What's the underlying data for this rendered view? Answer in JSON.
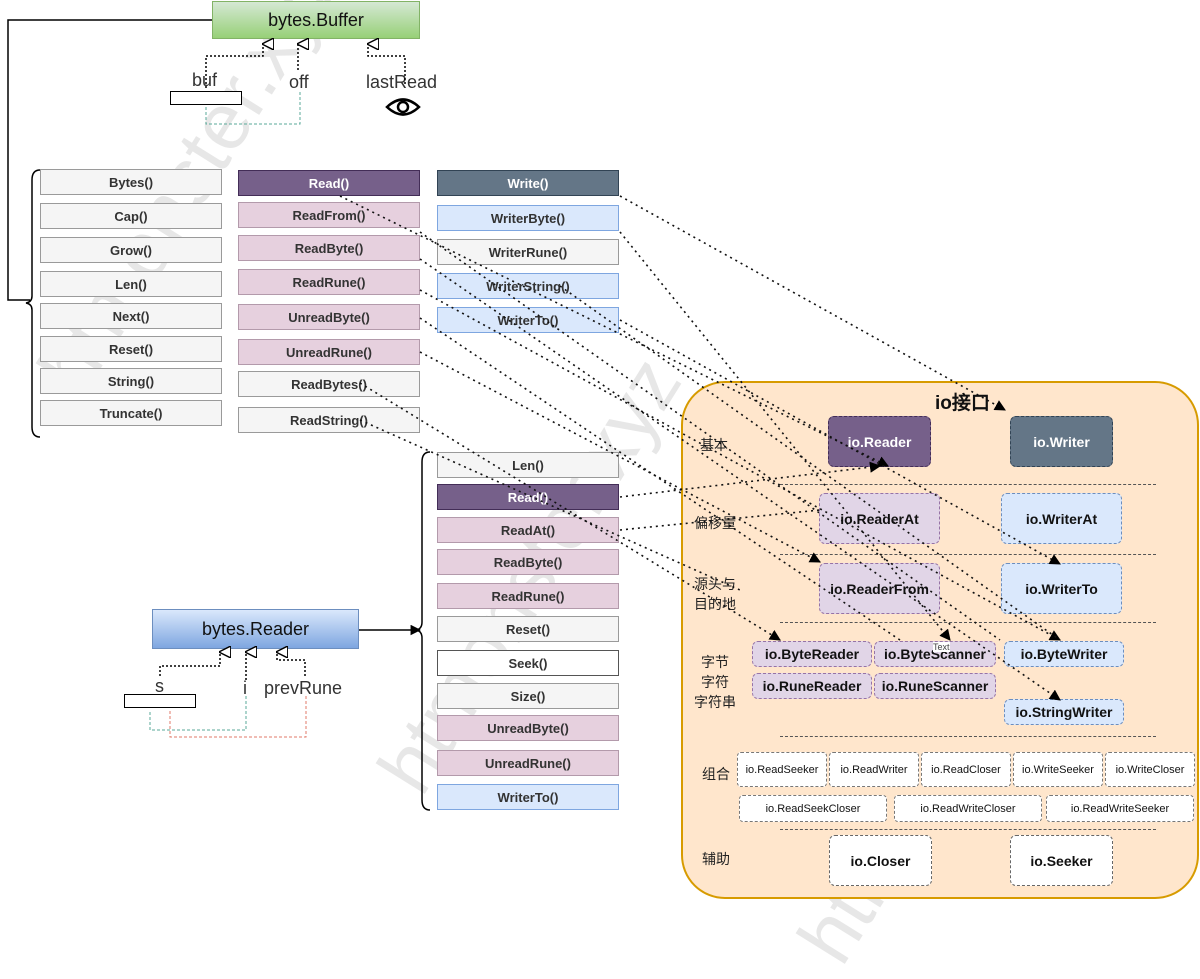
{
  "buffer": {
    "title": "bytes.Buffer",
    "fields": {
      "buf": "buf",
      "off": "off",
      "lastRead": "lastRead"
    },
    "group1": [
      "Bytes()",
      "Cap()",
      "Grow()",
      "Len()",
      "Next()",
      "Reset()",
      "String()",
      "Truncate()"
    ],
    "read_header": "Read()",
    "read_methods": [
      "ReadFrom()",
      "ReadByte()",
      "ReadRune()",
      "UnreadByte()",
      "UnreadRune()",
      "ReadBytes()",
      "ReadString()"
    ],
    "write_header": "Write()",
    "write_methods": [
      "WriterByte()",
      "WriterRune()",
      "WriterString()",
      "WriterTo()"
    ]
  },
  "reader": {
    "title": "bytes.Reader",
    "fields": {
      "s": "s",
      "i": "i",
      "prevRune": "prevRune"
    },
    "methods": [
      {
        "label": "Len()",
        "style": "gray"
      },
      {
        "label": "Read()",
        "style": "purple-h"
      },
      {
        "label": "ReadAt()",
        "style": "pink"
      },
      {
        "label": "ReadByte()",
        "style": "pink"
      },
      {
        "label": "ReadRune()",
        "style": "pink"
      },
      {
        "label": "Reset()",
        "style": "gray"
      },
      {
        "label": "Seek()",
        "style": "white"
      },
      {
        "label": "Size()",
        "style": "gray"
      },
      {
        "label": "UnreadByte()",
        "style": "pink"
      },
      {
        "label": "UnreadRune()",
        "style": "pink"
      },
      {
        "label": "WriterTo()",
        "style": "blue"
      }
    ]
  },
  "io": {
    "title": "io接口",
    "categories": {
      "basic": "基本",
      "offset": "偏移量",
      "source": [
        "源头与",
        "目的地"
      ],
      "bytes": [
        "字节",
        "字符",
        "字符串"
      ],
      "combo": "组合",
      "aux": "辅助"
    },
    "reader": "io.Reader",
    "writer": "io.Writer",
    "reader_at": "io.ReaderAt",
    "writer_at": "io.WriterAt",
    "reader_from": "io.ReaderFrom",
    "writer_to": "io.WriterTo",
    "byte_reader": "io.ByteReader",
    "byte_scanner": "io.ByteScanner",
    "byte_writer": "io.ByteWriter",
    "rune_reader": "io.RuneReader",
    "rune_scanner": "io.RuneScanner",
    "string_writer": "io.StringWriter",
    "text_tag": "Text",
    "combos_row1": [
      "io.ReadSeeker",
      "io.ReadWriter",
      "io.ReadCloser",
      "io.WriteSeeker",
      "io.WriteCloser"
    ],
    "combos_row2": [
      "io.ReadSeekCloser",
      "io.ReadWriteCloser",
      "io.ReadWriteSeeker"
    ],
    "closer": "io.Closer",
    "seeker": "io.Seeker"
  },
  "watermark": [
    "htmonster.xyz",
    "htmonster.xyz",
    "htmonster.xyz"
  ]
}
